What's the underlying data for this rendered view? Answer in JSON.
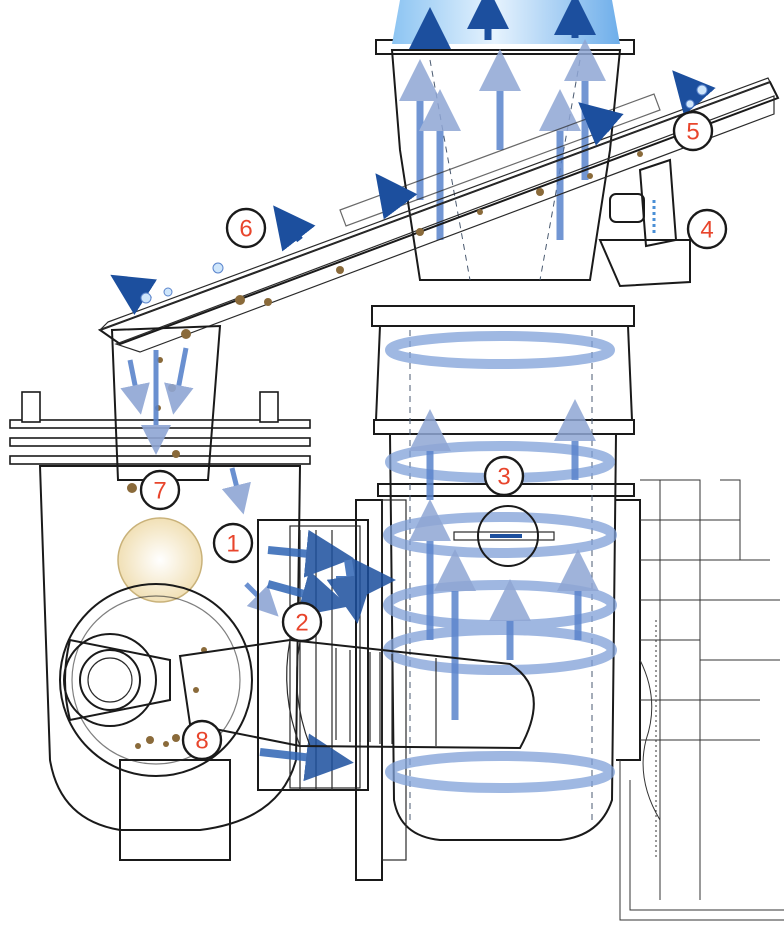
{
  "diagram": {
    "callouts": [
      {
        "id": 1,
        "label": "1"
      },
      {
        "id": 2,
        "label": "2"
      },
      {
        "id": 3,
        "label": "3"
      },
      {
        "id": 4,
        "label": "4"
      },
      {
        "id": 5,
        "label": "5"
      },
      {
        "id": 6,
        "label": "6"
      },
      {
        "id": 7,
        "label": "7"
      },
      {
        "id": 8,
        "label": "8"
      }
    ],
    "colors": {
      "body_light": "#cfe6fb",
      "body_mid": "#8cc4f2",
      "body_dark": "#4a8fd6",
      "arrow_dark": "#1c4f9e",
      "arrow_light": "#9fb4dc",
      "callout_text": "#e8452c",
      "outline": "#1a1a1a",
      "debris": "#8a6a3a"
    },
    "icons": [
      "airflow-arrow",
      "swirl-arrow",
      "debris-particle",
      "ball-valve"
    ]
  }
}
